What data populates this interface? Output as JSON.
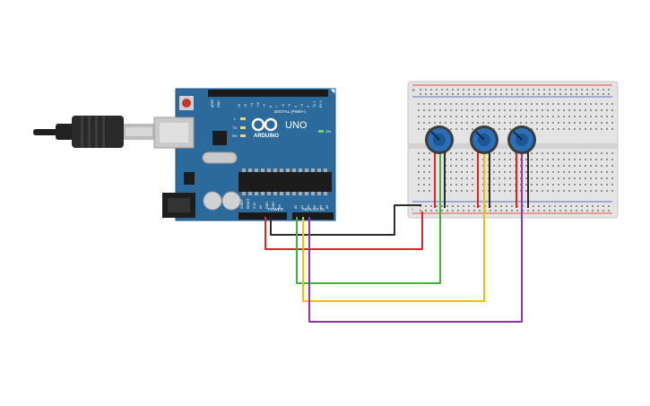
{
  "board": {
    "brand": "ARDUINO",
    "model": "UNO",
    "digital_header": "DIGITAL (PWM~)",
    "power_header": "POWER",
    "analog_header": "ANALOG IN",
    "led_l": "L",
    "led_tx": "TX",
    "led_rx": "RX",
    "led_on": "ON",
    "aref": "AREF",
    "gnd": "GND",
    "digital_pins": [
      "13",
      "12",
      "~11",
      "~10",
      "~9",
      "8",
      "7",
      "~6",
      "~5",
      "4",
      "~3",
      "2",
      "TX 1",
      "RX 0"
    ],
    "power_pins": [
      "IOREF",
      "RESET",
      "3.3V",
      "5V",
      "GND",
      "GND",
      "Vin"
    ],
    "analog_pins": [
      "A0",
      "A1",
      "A2",
      "A3",
      "A4",
      "A5"
    ]
  },
  "breadboard": {
    "rail_plus": "+",
    "rail_minus": "-",
    "potentiometers": 3
  },
  "colors": {
    "board": "#2d6a9c",
    "board_dark": "#1f5584",
    "wire_black": "#2b2b2b",
    "wire_red": "#e02424",
    "wire_green": "#3fb23a",
    "wire_yellow": "#f2c200",
    "wire_purple": "#8a3aa8",
    "breadboard": "#e4e4e4",
    "pot_blue": "#2a6fb8"
  }
}
